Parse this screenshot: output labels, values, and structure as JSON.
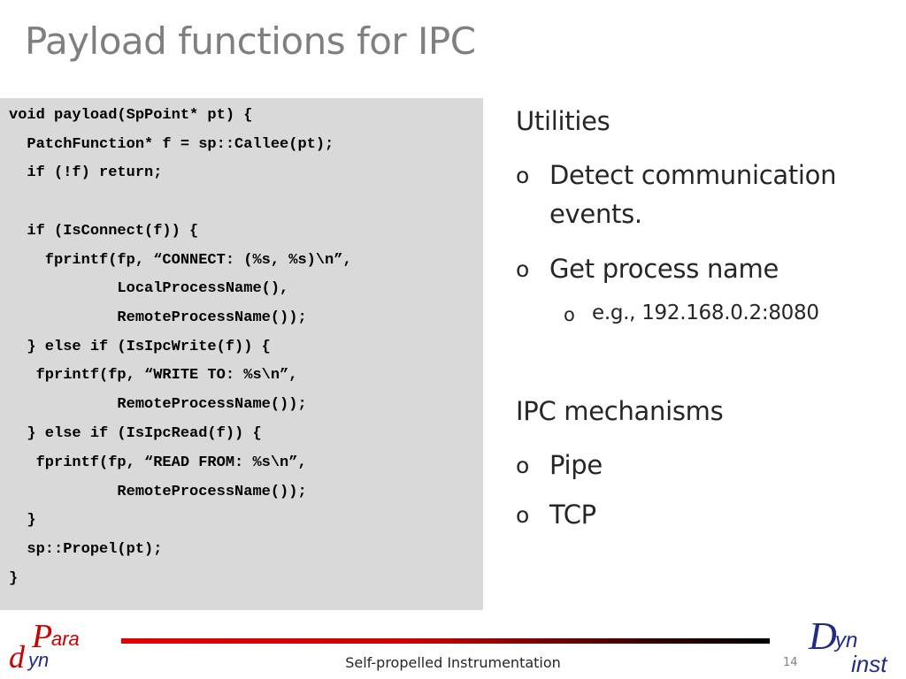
{
  "slide": {
    "title": "Payload functions for IPC",
    "page_number": "14",
    "footer": "Self-propelled Instrumentation"
  },
  "code": {
    "lines": [
      "void payload(SpPoint* pt) {",
      "  PatchFunction* f = sp::Callee(pt);",
      "  if (!f) return;",
      "",
      "  if (IsConnect(f)) {",
      "    fprintf(fp, “CONNECT: (%s, %s)\\n”,",
      "            LocalProcessName(),",
      "            RemoteProcessName());",
      "  } else if (IsIpcWrite(f)) {",
      "   fprintf(fp, “WRITE TO: %s\\n”,",
      "            RemoteProcessName());",
      "  } else if (IsIpcRead(f)) {",
      "   fprintf(fp, “READ FROM: %s\\n”,",
      "            RemoteProcessName());",
      "  }",
      "  sp::Propel(pt);",
      "}"
    ]
  },
  "bullets": {
    "utilities_heading": "Utilities",
    "utilities": [
      "Detect communication events.",
      "Get process name"
    ],
    "utilities_sub": "e.g., 192.168.0.2:8080",
    "ipc_heading": "IPC mechanisms",
    "ipc": [
      "Pipe",
      "TCP"
    ],
    "bullet_mark": "o"
  },
  "logos": {
    "left": {
      "line1": "ara",
      "big1": "P",
      "line2": "yn",
      "big2": "d"
    },
    "right": {
      "big": "D",
      "line1": "yn",
      "line2": "inst"
    }
  },
  "colors": {
    "title": "#7f7f7f",
    "code_bg": "#d9d9d9",
    "text": "#262626",
    "accent_red": "#cc0000",
    "accent_blue": "#1f2b8c"
  }
}
